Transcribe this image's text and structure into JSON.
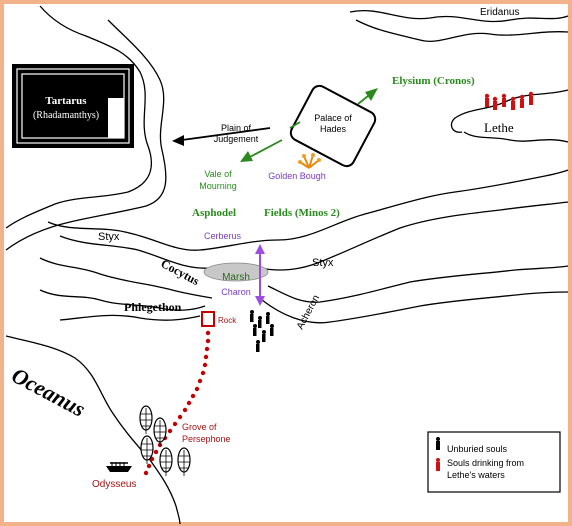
{
  "labels": {
    "eridanus": "Eridanus",
    "elysium": "Elysium (Cronos)",
    "lethe": "Lethe",
    "tartarus": "Tartarus",
    "rhadamanthys": "(Rhadamanthys)",
    "palace_line1": "Palace of",
    "palace_line2": "Hades",
    "plain_line1": "Plain of",
    "plain_line2": "Judgement",
    "vale_line1": "Vale of",
    "vale_line2": "Mourning",
    "golden_bough": "Golden Bough",
    "asphodel": "Asphodel",
    "fields": "Fields (Minos 2)",
    "styx_left": "Styx",
    "styx_right": "Styx",
    "cerberus": "Cerberus",
    "cocytus": "Cocytus",
    "marsh": "Marsh",
    "charon": "Charon",
    "phlegethon": "Phlegethon",
    "acheron": "Acheron",
    "rock": "Rock",
    "oceanus": "Oceanus",
    "grove_line1": "Grove of",
    "grove_line2": "Persephone",
    "odysseus": "Odysseus"
  },
  "legend": {
    "unburied": "Unburied souls",
    "drinking_line1": "Souls drinking from",
    "drinking_line2": "Lethe's waters"
  },
  "colors": {
    "border": "#f2b38a",
    "river": "#000000",
    "green_text": "#2a8a1e",
    "purple_text": "#7a3fc0",
    "path_red": "#c40000",
    "marsh": "#c8c8c8"
  }
}
